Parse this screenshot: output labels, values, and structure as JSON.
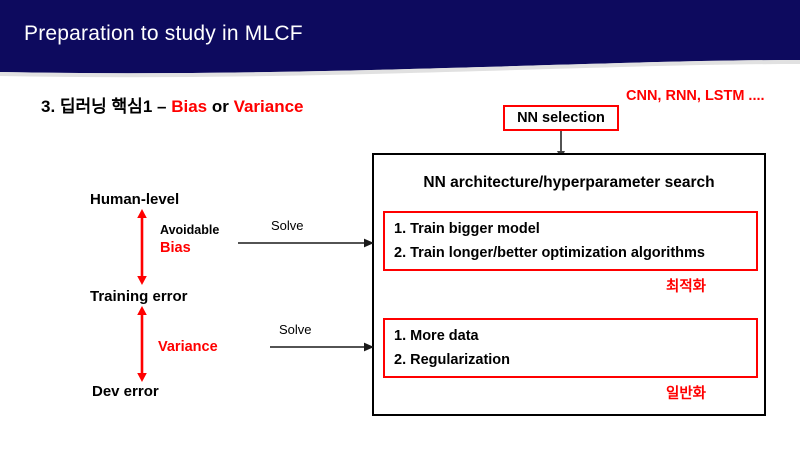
{
  "slide": {
    "title": "Preparation to study in MLCF",
    "banner_color": "#0d0a5e",
    "background_color": "#ffffff",
    "accent_red": "#FF0000"
  },
  "subtitle": {
    "prefix": "3. 딥러닝 핵심1 – ",
    "term_bias": "Bias",
    "conjunction": " or ",
    "term_variance": "Variance"
  },
  "notes": {
    "nn_types": "CNN, RNN, LSTM ...."
  },
  "nn_selection": {
    "label": "NN selection"
  },
  "main_box": {
    "title": "NN architecture/hyperparameter search",
    "groups": [
      {
        "name": "optimization",
        "items": [
          "1. Train bigger model",
          "2. Train longer/better optimization algorithms"
        ],
        "korean_label": "최적화"
      },
      {
        "name": "regularization",
        "items": [
          "1. More data",
          "2. Regularization"
        ],
        "korean_label": "일반화"
      }
    ]
  },
  "error_ladder": {
    "levels": [
      "Human-level",
      "Training error",
      "Dev error"
    ],
    "gaps": [
      {
        "qualifier": "Avoidable",
        "term": "Bias",
        "action": "Solve"
      },
      {
        "qualifier": "",
        "term": "Variance",
        "action": "Solve"
      }
    ]
  }
}
